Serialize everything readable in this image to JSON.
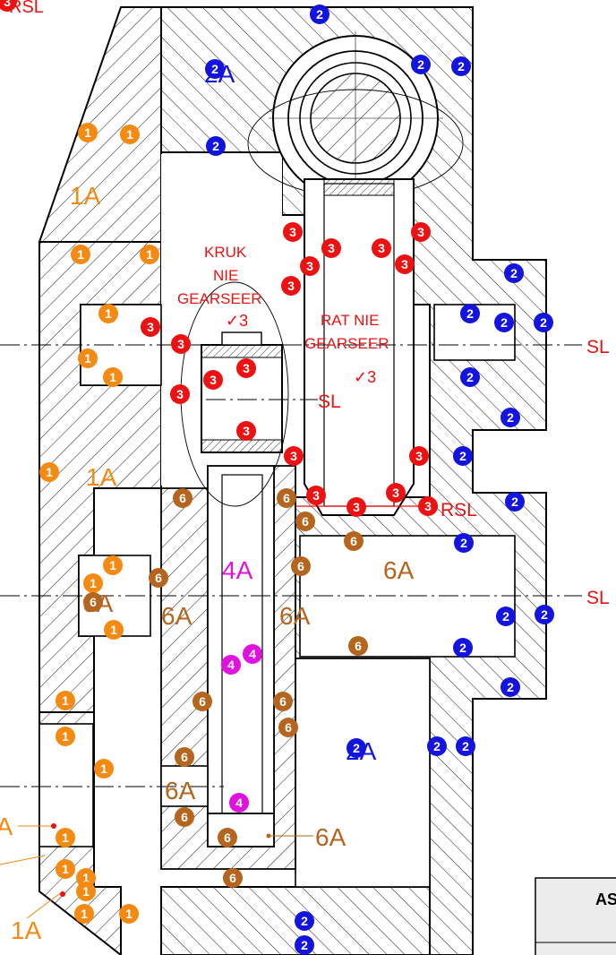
{
  "colors": {
    "line": "#000000",
    "red": "#ee1111",
    "orange": "#f58a12",
    "blue": "#1414e0",
    "brown": "#b5651d",
    "magenta": "#e012e0",
    "table_fill": "#ececec"
  },
  "labels": {
    "rsl_top": "RSL",
    "rsl_mid": "RSL",
    "sl_right_top": "SL",
    "sl_right_bottom": "SL",
    "sl_center": "SL",
    "kruk_line1": "KRUK",
    "kruk_line2": "NIE",
    "kruk_line3": "GEARSEER",
    "kruk_check": "✓3",
    "rat_line1": "RAT NIE",
    "rat_line2": "GEARSEER",
    "rat_check": "✓3",
    "table_header": "AS"
  },
  "markers": {
    "blue": "2",
    "red": "3",
    "orange": "1",
    "brown": "6",
    "magenta": "4"
  },
  "area_tags": {
    "orange": "1A",
    "blue": "2A",
    "brown": "6A",
    "magenta": "4A"
  }
}
